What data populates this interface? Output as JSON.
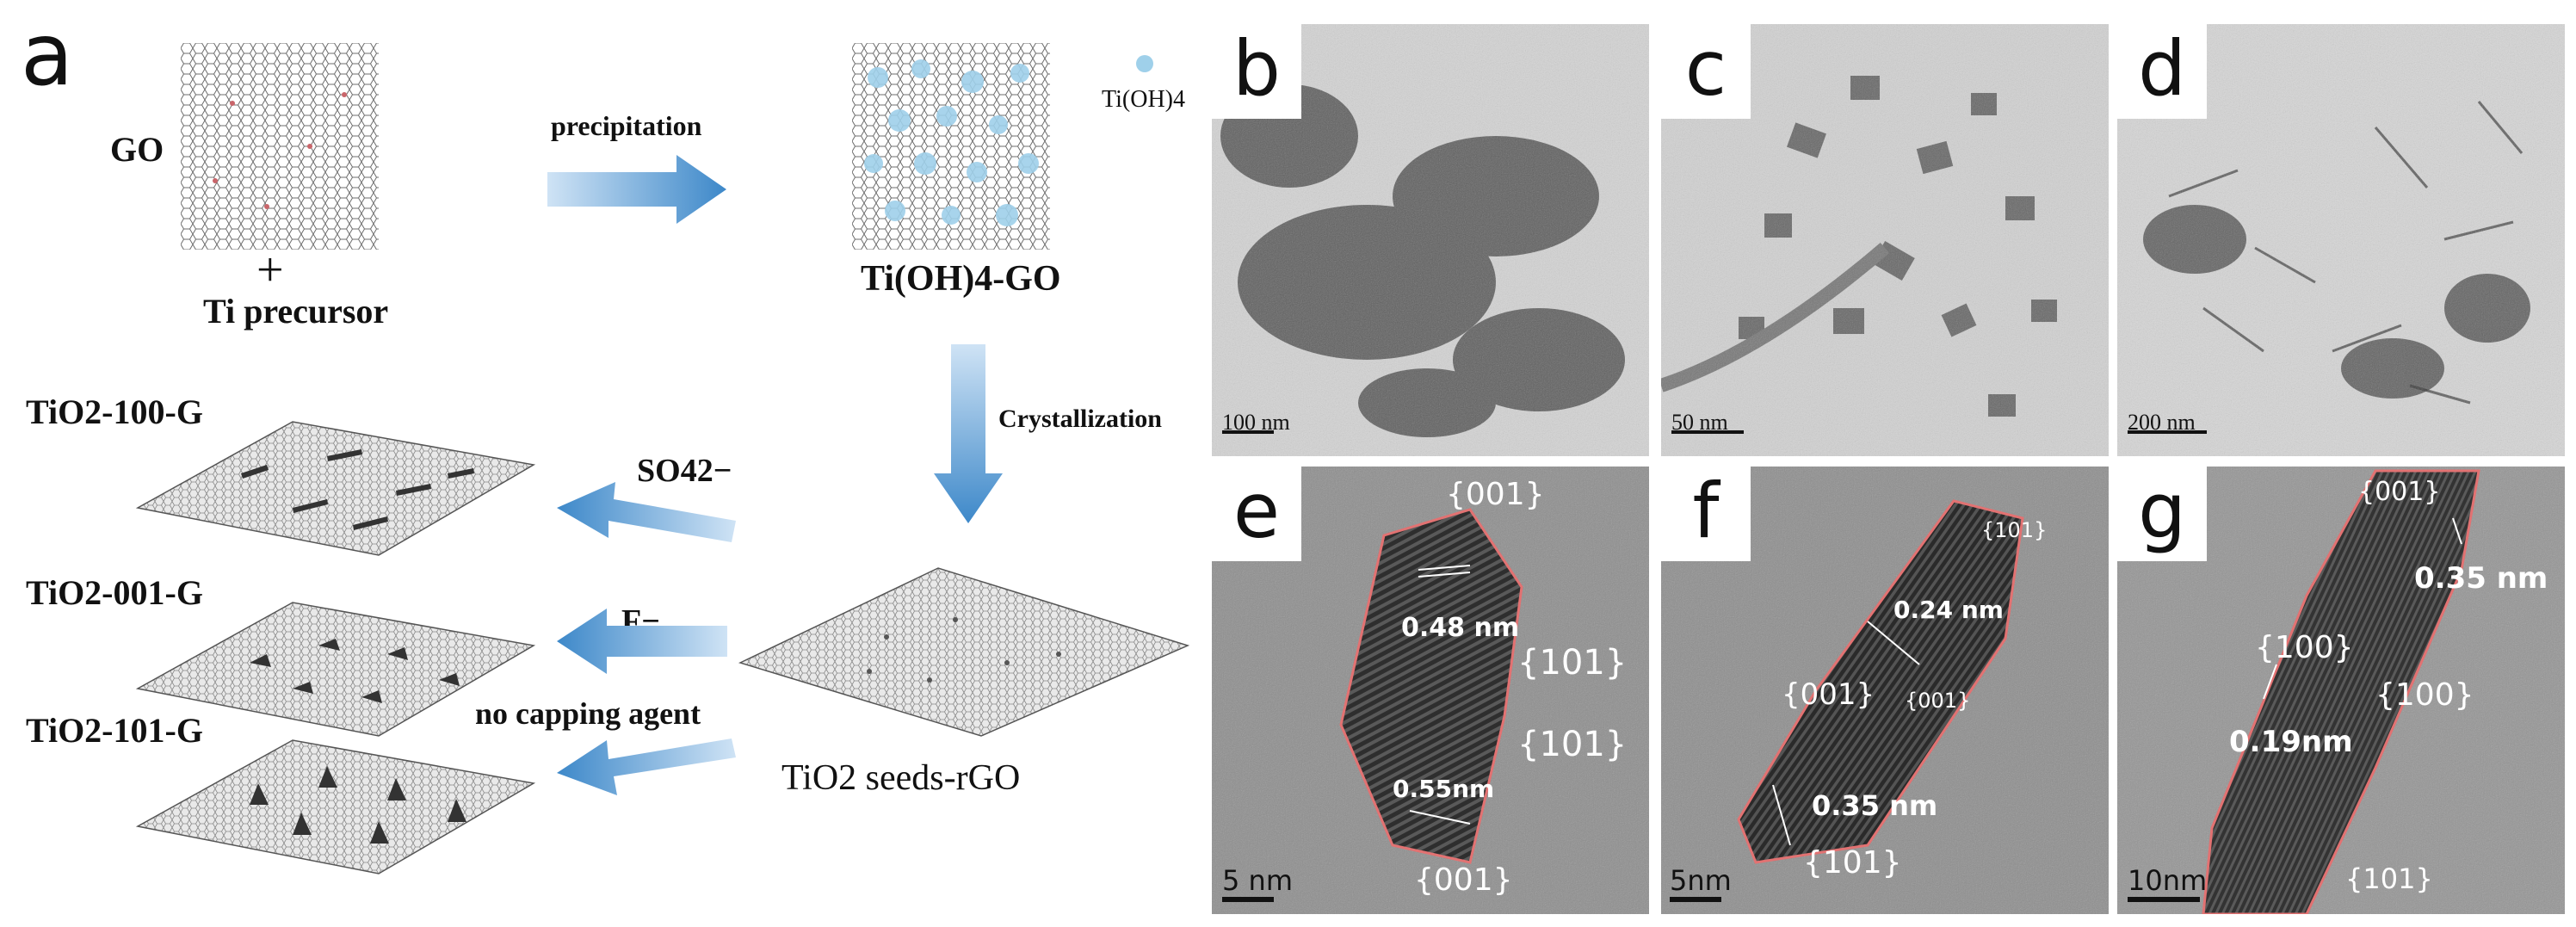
{
  "schematic": {
    "panel_letter": "a",
    "go_label": "GO",
    "plus_sign": "+",
    "ti_precursor_label": "Ti precursor",
    "precipitation_label": "precipitation",
    "tioh4_legend": "Ti(OH)4",
    "tioh4_go_label": "Ti(OH)4-GO",
    "crystallization_label": "Crystallization",
    "tio2_seeds_label": "TiO2 seeds-rGO",
    "tio2_100_label": "TiO2-100-G",
    "tio2_001_label": "TiO2-001-G",
    "tio2_101_label": "TiO2-101-G",
    "sulfate_label": "SO42−",
    "fluoride_label": "F−",
    "no_capping_label": "no capping agent"
  },
  "tem": [
    {
      "letter": "b",
      "scale": "100 nm"
    },
    {
      "letter": "c",
      "scale": "50 nm"
    },
    {
      "letter": "d",
      "scale": "200 nm"
    }
  ],
  "hrtem": [
    {
      "letter": "e",
      "scale": "5 nm",
      "facet_top": "{001}",
      "spacing_1": "0.48 nm",
      "facet_right_1": "{101}",
      "facet_right_2": "{101}",
      "spacing_2": "0.55nm",
      "facet_bottom": "{001}"
    },
    {
      "letter": "f",
      "scale": "5nm",
      "facet_top": "{101}",
      "spacing_1": "0.24 nm",
      "facet_mid_large": "{001}",
      "facet_mid_small": "{001}",
      "spacing_2": "0.35 nm",
      "facet_bottom": "{101}"
    },
    {
      "letter": "g",
      "scale": "10nm",
      "facet_top": "{001}",
      "spacing_1": "0.35 nm",
      "facet_left": "{100}",
      "facet_right": "{100}",
      "spacing_2": "0.19nm",
      "facet_bottom": "{101}"
    }
  ]
}
